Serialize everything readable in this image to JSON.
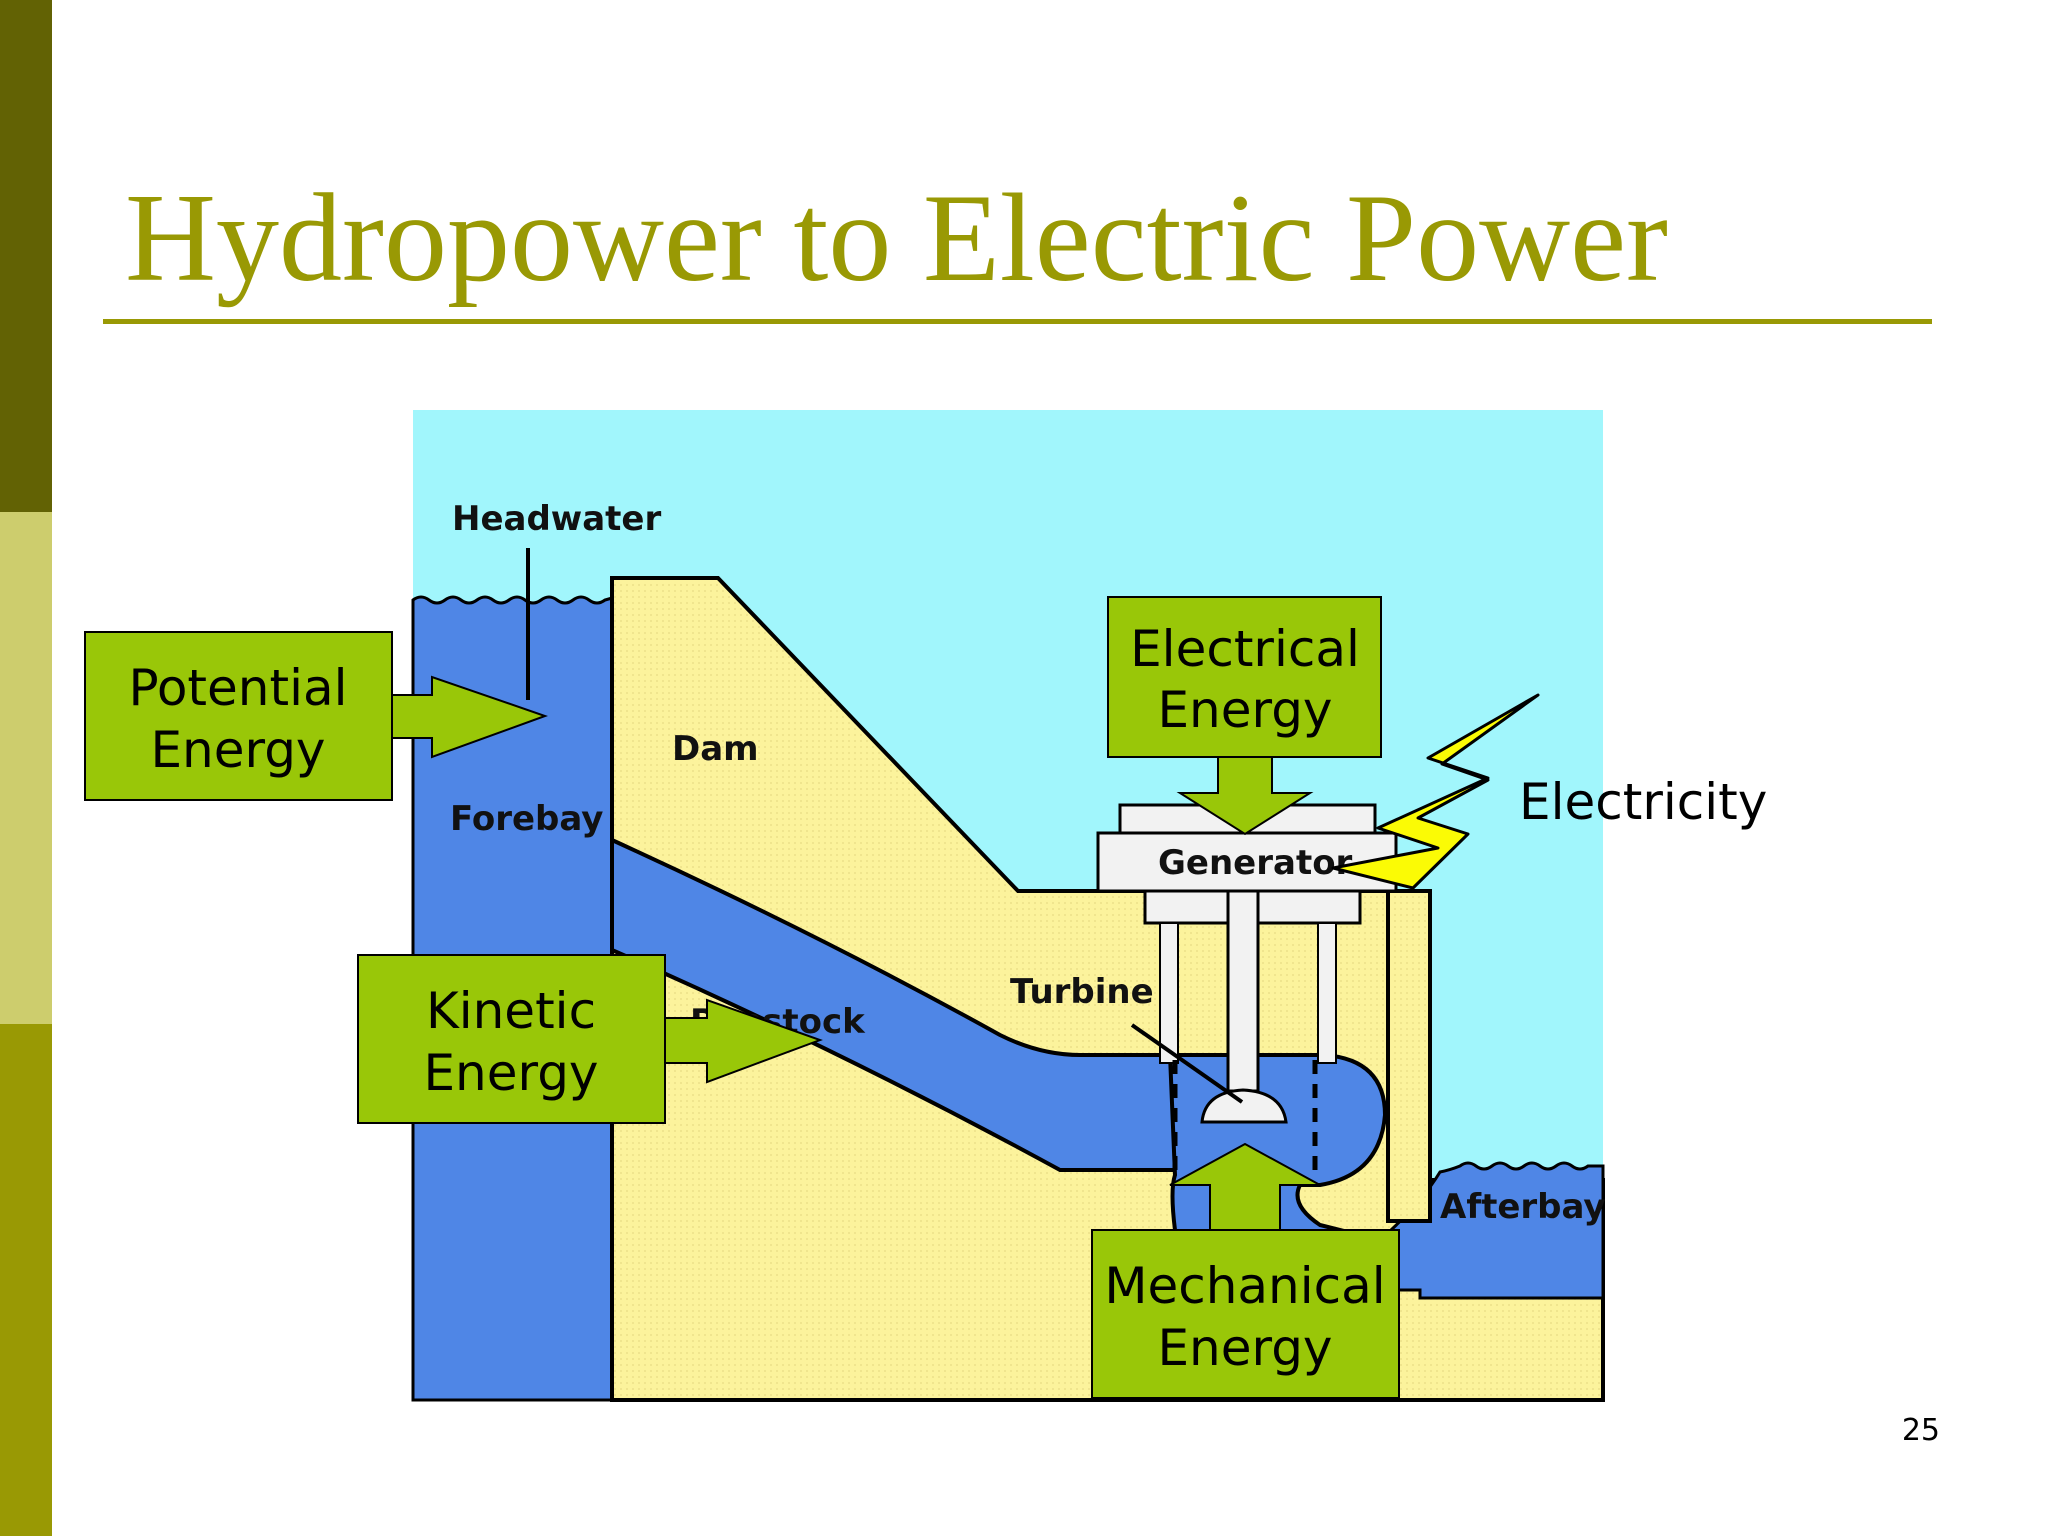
{
  "slide": {
    "title": "Hydropower to Electric Power",
    "page_number": "25",
    "colors": {
      "accent": "#999904",
      "sidebar_dark": "#626204",
      "sidebar_light": "#cdcd6d",
      "sky": "#a1f6fc",
      "water": "#4f86e6",
      "dam": "#fcf39c",
      "label_box": "#99c708",
      "bolt": "#fbfb05"
    }
  },
  "diagram": {
    "parts": {
      "headwater": "Headwater",
      "dam": "Dam",
      "forebay": "Forebay",
      "penstock": "Penstock",
      "generator": "Generator",
      "turbine": "Turbine",
      "afterbay": "Afterbay"
    },
    "energy_labels": {
      "potential": [
        "Potential",
        "Energy"
      ],
      "kinetic": [
        "Kinetic",
        "Energy"
      ],
      "electrical": [
        "Electrical",
        "Energy"
      ],
      "mechanical": [
        "Mechanical",
        "Energy"
      ]
    },
    "electricity_label": "Electricity",
    "icons": {
      "bolt": "lightning-bolt-icon"
    }
  }
}
